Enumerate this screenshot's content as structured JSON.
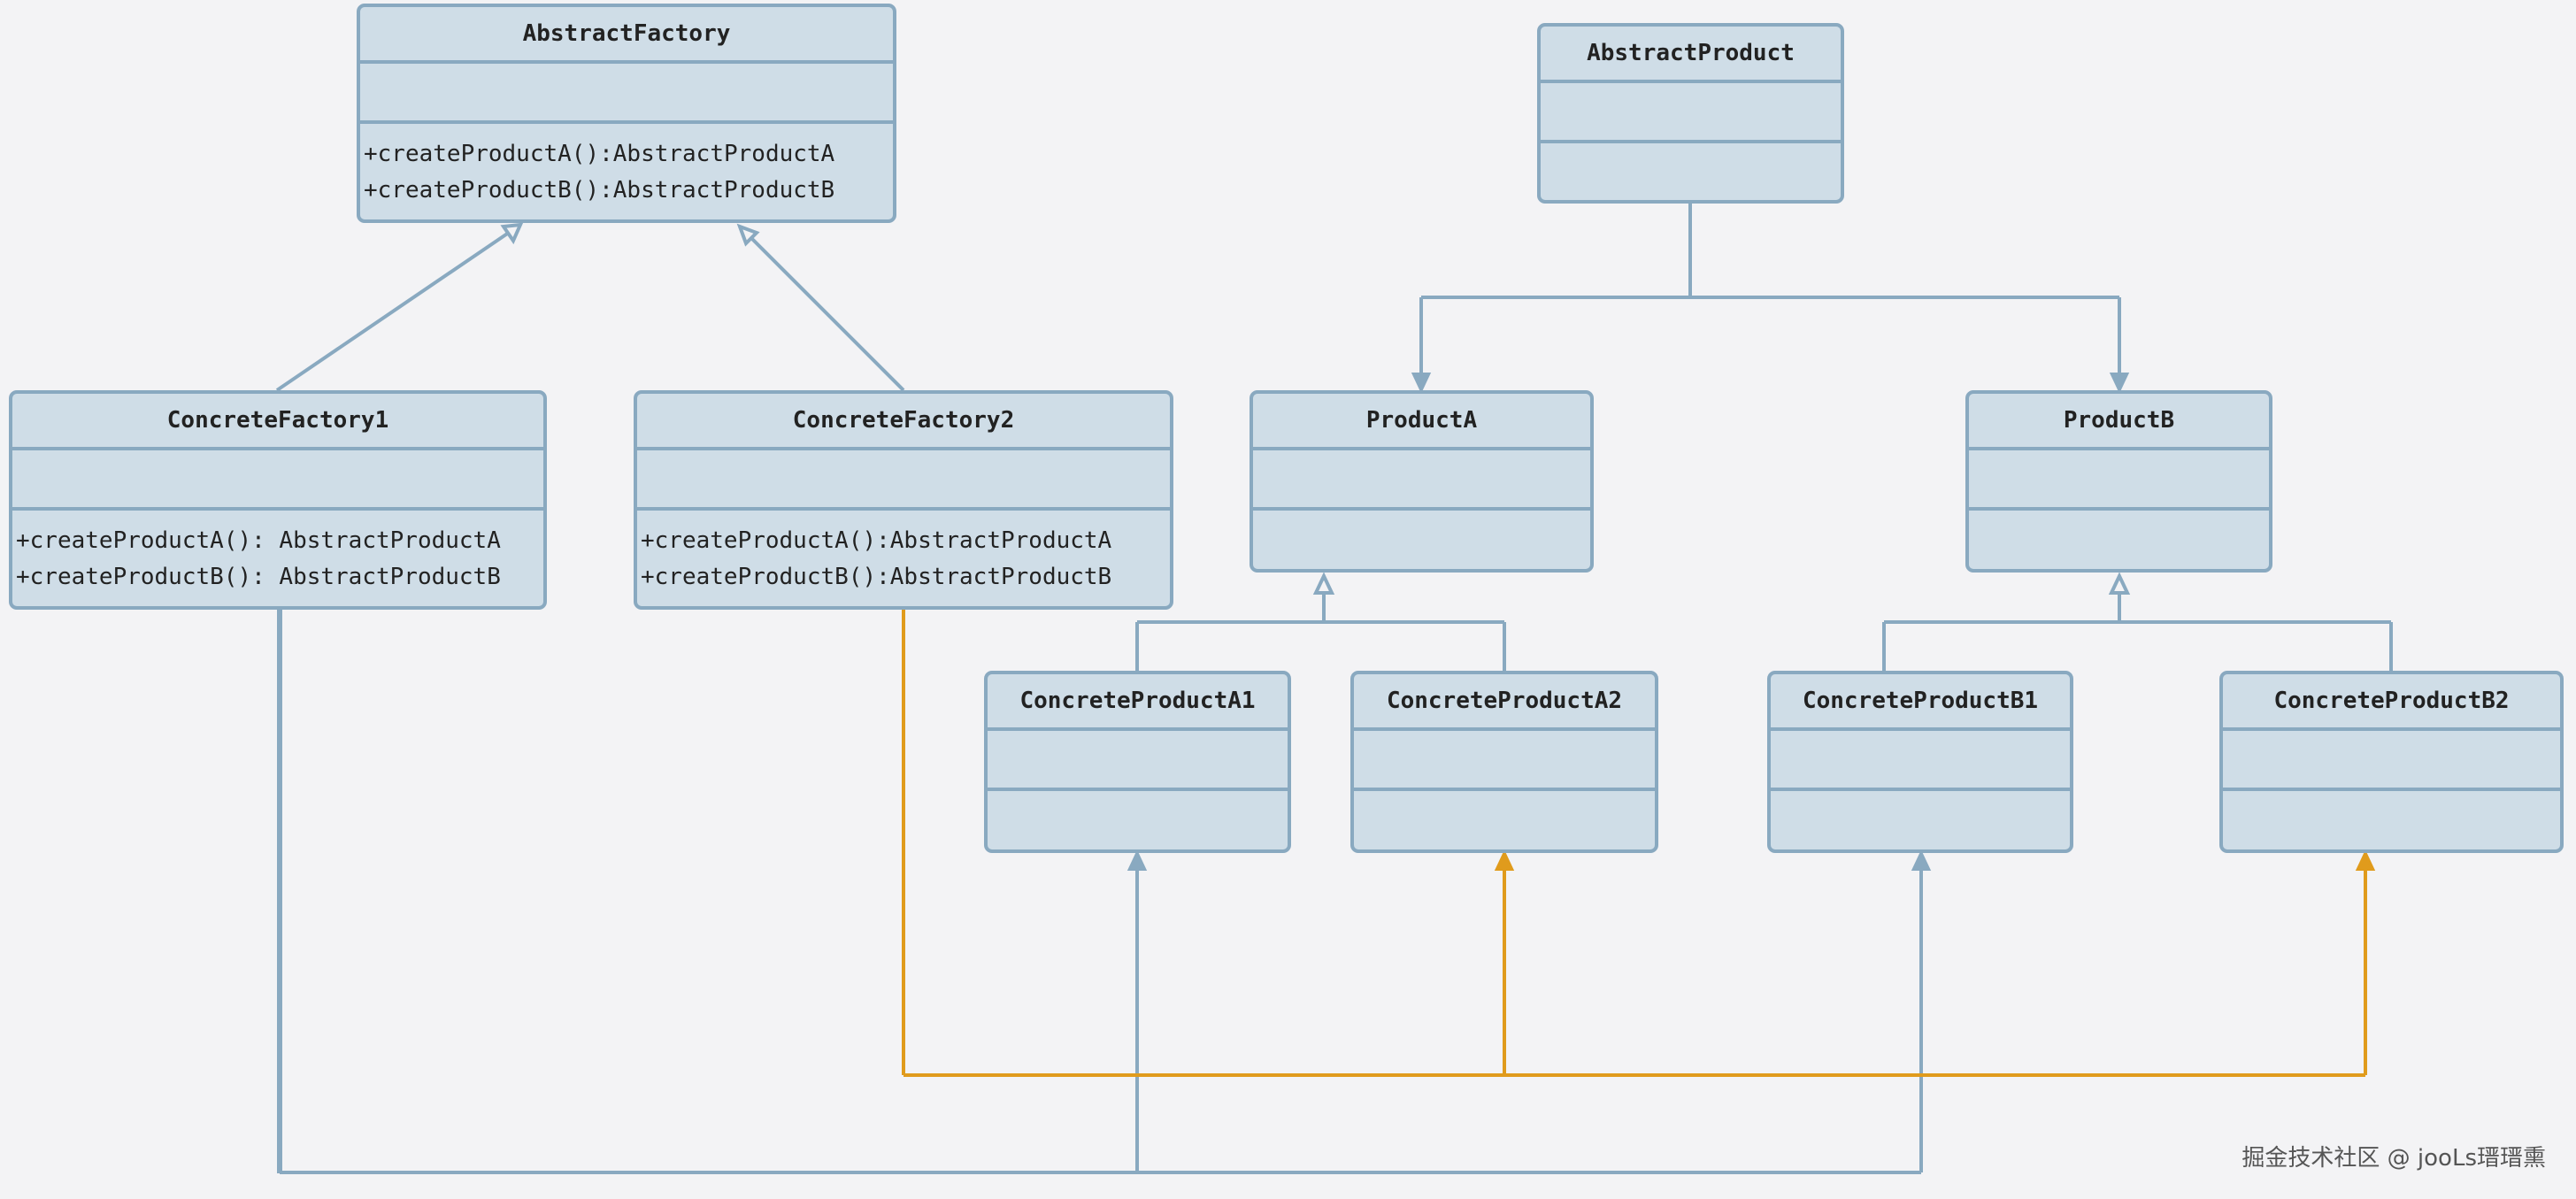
{
  "diagram": {
    "abstract_factory": {
      "name": "AbstractFactory",
      "methods": [
        "+createProductA():AbstractProductA",
        "+createProductB():AbstractProductB"
      ]
    },
    "concrete_factory1": {
      "name": "ConcreteFactory1",
      "methods": [
        "+createProductA(): AbstractProductA",
        "+createProductB(): AbstractProductB"
      ]
    },
    "concrete_factory2": {
      "name": "ConcreteFactory2",
      "methods": [
        "+createProductA():AbstractProductA",
        "+createProductB():AbstractProductB"
      ]
    },
    "abstract_product": {
      "name": "AbstractProduct"
    },
    "product_a": {
      "name": "ProductA"
    },
    "product_b": {
      "name": "ProductB"
    },
    "concrete_product_a1": {
      "name": "ConcreteProductA1"
    },
    "concrete_product_a2": {
      "name": "ConcreteProductA2"
    },
    "concrete_product_b1": {
      "name": "ConcreteProductB1"
    },
    "concrete_product_b2": {
      "name": "ConcreteProductB2"
    }
  },
  "colors": {
    "background": "#f3f3f5",
    "box_fill": "#cfdde7",
    "box_border": "#89a9c0",
    "factory1_connector": "#89a9c0",
    "factory2_connector": "#e09b1c"
  },
  "watermark": "掘金技术社区 @ jooLs瑨瑨熏"
}
